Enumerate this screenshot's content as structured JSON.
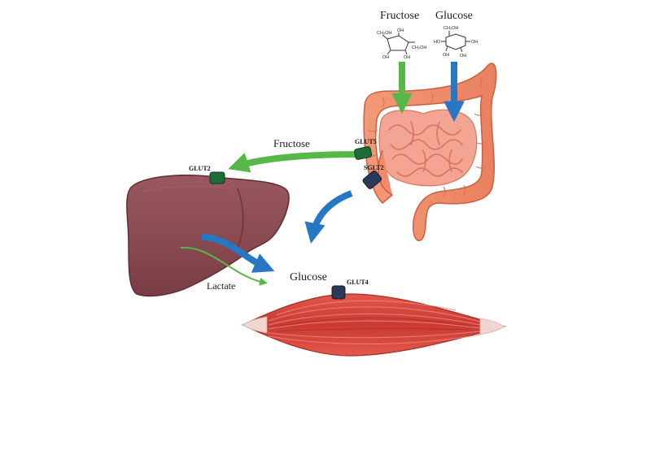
{
  "labels": {
    "fructose_top": "Fructose",
    "glucose_top": "Glucose",
    "fructose_arrow": "Fructose",
    "glucose_center": "Glucose",
    "lactate": "Lactate"
  },
  "transporters": {
    "glut5": "GLUT5",
    "sglt2": "SGLT2",
    "glut2": "GLUT2",
    "glut4": "GLUT4"
  },
  "structure_labels": {
    "fructose": {
      "ch2oh_left": "CH₂OH",
      "oh_left": "OH",
      "ch2oh_right": "CH₂OH",
      "oh_bottom": "OH",
      "oh_right": "OH"
    },
    "glucose": {
      "ch2oh": "CH₂OH",
      "oh_left": "HO",
      "oh_bottom_left": "OH",
      "oh_bottom_right": "OH",
      "oh_right": "OH"
    }
  },
  "colors": {
    "fructose_arrow": "#56b947",
    "glucose_arrow": "#2777c5",
    "liver": "#8b4a52",
    "intestine": "#f08a6a",
    "muscle": "#d8453c",
    "glut_green": "#1f6b3a",
    "sglt_blue": "#2b3a57"
  }
}
